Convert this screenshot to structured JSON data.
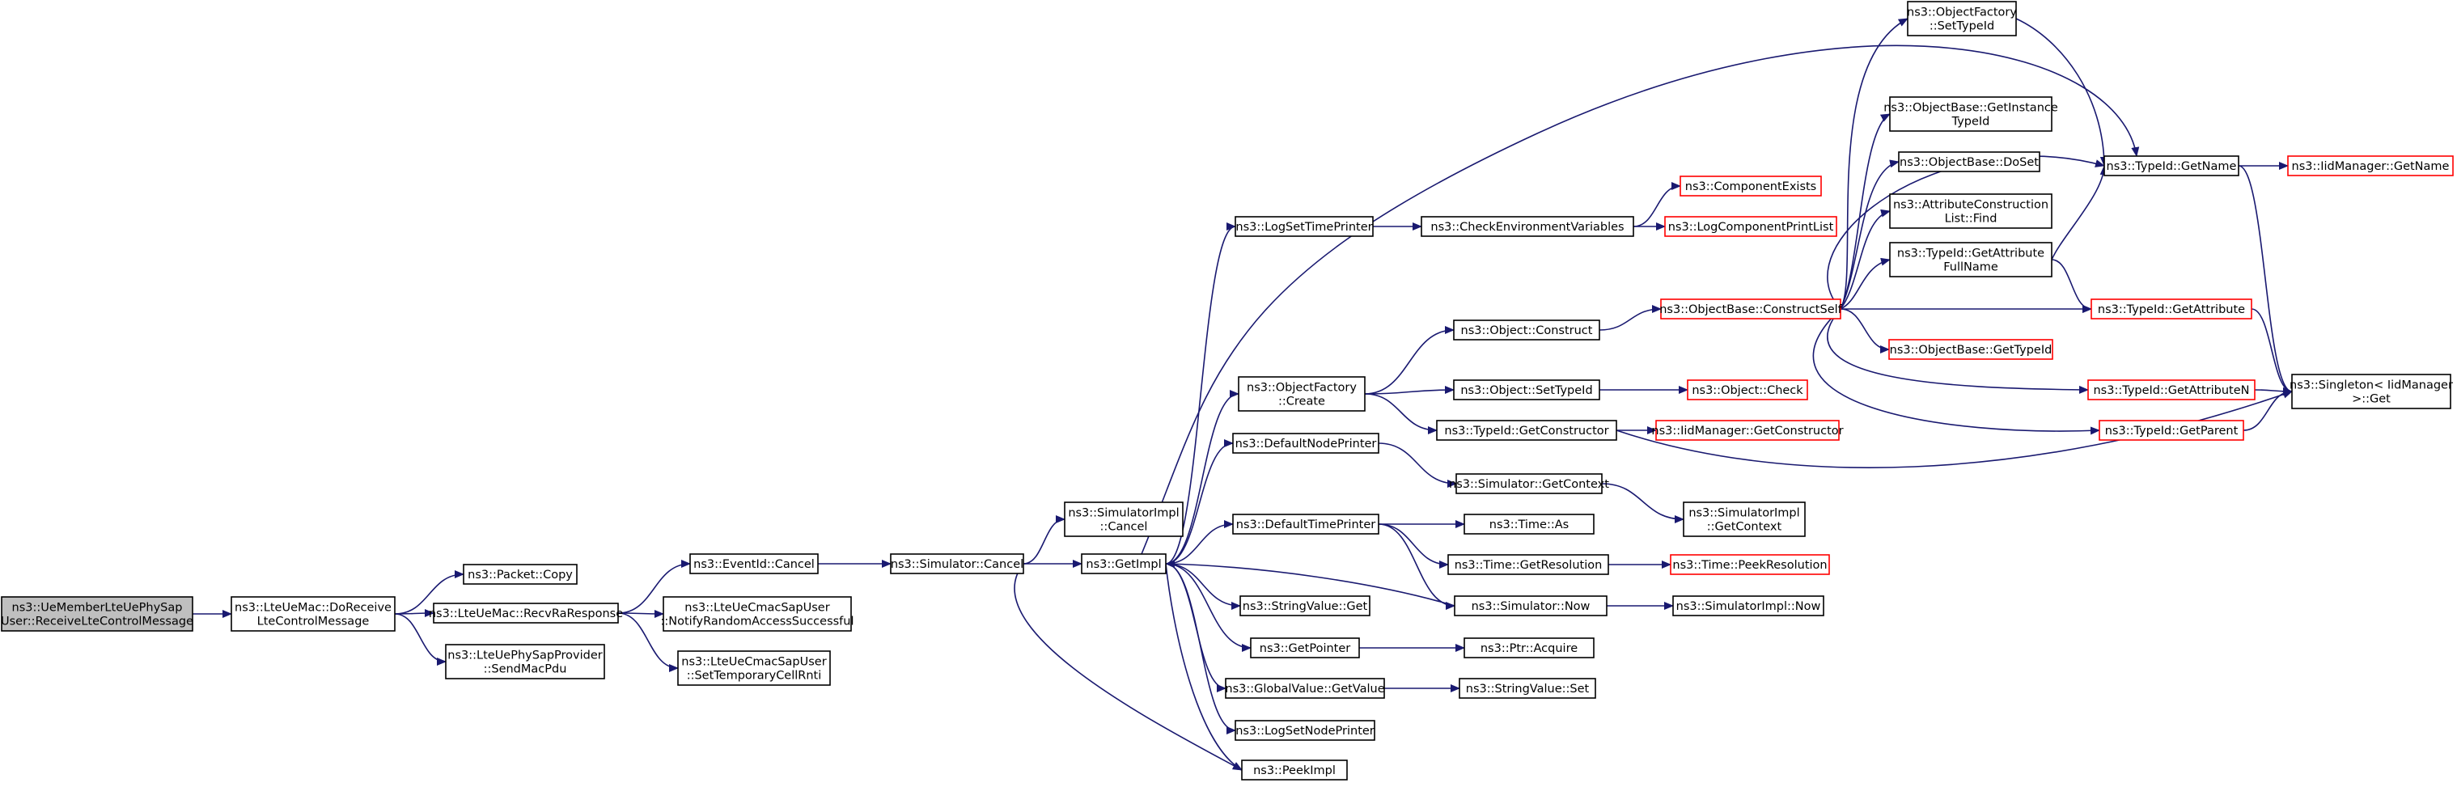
{
  "diagram": {
    "type": "call-graph",
    "edge_color": "#191970",
    "missing_node_border": "#ff0000",
    "root_fill": "#bfbfbf",
    "nodes": [
      {
        "id": "n0",
        "lines": [
          "ns3::UeMemberLteUePhySap",
          "User::ReceiveLteControlMessage"
        ],
        "style": "root"
      },
      {
        "id": "n1",
        "lines": [
          "ns3::LteUeMac::DoReceive",
          "LteControlMessage"
        ],
        "style": "normal"
      },
      {
        "id": "n2",
        "lines": [
          "ns3::Packet::Copy"
        ],
        "style": "normal"
      },
      {
        "id": "n3",
        "lines": [
          "ns3::LteUeMac::RecvRaResponse"
        ],
        "style": "normal"
      },
      {
        "id": "n4",
        "lines": [
          "ns3::LteUePhySapProvider",
          "::SendMacPdu"
        ],
        "style": "normal"
      },
      {
        "id": "n5",
        "lines": [
          "ns3::EventId::Cancel"
        ],
        "style": "normal"
      },
      {
        "id": "n6",
        "lines": [
          "ns3::LteUeCmacSapUser",
          "::NotifyRandomAccessSuccessful"
        ],
        "style": "normal"
      },
      {
        "id": "n7",
        "lines": [
          "ns3::LteUeCmacSapUser",
          "::SetTemporaryCellRnti"
        ],
        "style": "normal"
      },
      {
        "id": "n8",
        "lines": [
          "ns3::Simulator::Cancel"
        ],
        "style": "normal"
      },
      {
        "id": "n9",
        "lines": [
          "ns3::SimulatorImpl",
          "::Cancel"
        ],
        "style": "normal"
      },
      {
        "id": "n10",
        "lines": [
          "ns3::GetImpl"
        ],
        "style": "normal"
      },
      {
        "id": "n11",
        "lines": [
          "ns3::PeekImpl"
        ],
        "style": "normal"
      },
      {
        "id": "n12",
        "lines": [
          "ns3::LogSetTimePrinter"
        ],
        "style": "normal"
      },
      {
        "id": "n13",
        "lines": [
          "ns3::ObjectFactory",
          "::Create"
        ],
        "style": "normal"
      },
      {
        "id": "n14",
        "lines": [
          "ns3::DefaultNodePrinter"
        ],
        "style": "normal"
      },
      {
        "id": "n15",
        "lines": [
          "ns3::DefaultTimePrinter"
        ],
        "style": "normal"
      },
      {
        "id": "n16",
        "lines": [
          "ns3::StringValue::Get"
        ],
        "style": "normal"
      },
      {
        "id": "n17",
        "lines": [
          "ns3::GetPointer"
        ],
        "style": "normal"
      },
      {
        "id": "n18",
        "lines": [
          "ns3::GlobalValue::GetValue"
        ],
        "style": "normal"
      },
      {
        "id": "n19",
        "lines": [
          "ns3::LogSetNodePrinter"
        ],
        "style": "normal"
      },
      {
        "id": "n20",
        "lines": [
          "ns3::CheckEnvironmentVariables"
        ],
        "style": "normal"
      },
      {
        "id": "n21",
        "lines": [
          "ns3::Object::Construct"
        ],
        "style": "normal"
      },
      {
        "id": "n22",
        "lines": [
          "ns3::Object::SetTypeId"
        ],
        "style": "normal"
      },
      {
        "id": "n23",
        "lines": [
          "ns3::TypeId::GetConstructor"
        ],
        "style": "normal"
      },
      {
        "id": "n24",
        "lines": [
          "ns3::Simulator::GetContext"
        ],
        "style": "normal"
      },
      {
        "id": "n25",
        "lines": [
          "ns3::Time::As"
        ],
        "style": "normal"
      },
      {
        "id": "n26",
        "lines": [
          "ns3::Time::GetResolution"
        ],
        "style": "normal"
      },
      {
        "id": "n27",
        "lines": [
          "ns3::Simulator::Now"
        ],
        "style": "normal"
      },
      {
        "id": "n28",
        "lines": [
          "ns3::Ptr::Acquire"
        ],
        "style": "normal"
      },
      {
        "id": "n29",
        "lines": [
          "ns3::StringValue::Set"
        ],
        "style": "normal"
      },
      {
        "id": "n30",
        "lines": [
          "ns3::ComponentExists"
        ],
        "style": "red"
      },
      {
        "id": "n31",
        "lines": [
          "ns3::LogComponentPrintList"
        ],
        "style": "red"
      },
      {
        "id": "n32",
        "lines": [
          "ns3::ObjectBase::ConstructSelf"
        ],
        "style": "red"
      },
      {
        "id": "n33",
        "lines": [
          "ns3::Object::Check"
        ],
        "style": "red"
      },
      {
        "id": "n34",
        "lines": [
          "ns3::IidManager::GetConstructor"
        ],
        "style": "red"
      },
      {
        "id": "n35",
        "lines": [
          "ns3::SimulatorImpl",
          "::GetContext"
        ],
        "style": "normal"
      },
      {
        "id": "n36",
        "lines": [
          "ns3::Time::PeekResolution"
        ],
        "style": "red"
      },
      {
        "id": "n37",
        "lines": [
          "ns3::SimulatorImpl::Now"
        ],
        "style": "normal"
      },
      {
        "id": "n38",
        "lines": [
          "ns3::ObjectFactory",
          "::SetTypeId"
        ],
        "style": "normal"
      },
      {
        "id": "n39",
        "lines": [
          "ns3::ObjectBase::GetInstance",
          "TypeId"
        ],
        "style": "normal"
      },
      {
        "id": "n40",
        "lines": [
          "ns3::ObjectBase::DoSet"
        ],
        "style": "normal"
      },
      {
        "id": "n41",
        "lines": [
          "ns3::AttributeConstruction",
          "List::Find"
        ],
        "style": "normal"
      },
      {
        "id": "n42",
        "lines": [
          "ns3::TypeId::GetAttribute",
          "FullName"
        ],
        "style": "normal"
      },
      {
        "id": "n43",
        "lines": [
          "ns3::ObjectBase::GetTypeId"
        ],
        "style": "red"
      },
      {
        "id": "n44",
        "lines": [
          "ns3::TypeId::GetName"
        ],
        "style": "normal"
      },
      {
        "id": "n45",
        "lines": [
          "ns3::TypeId::GetAttribute"
        ],
        "style": "red"
      },
      {
        "id": "n46",
        "lines": [
          "ns3::TypeId::GetAttributeN"
        ],
        "style": "red"
      },
      {
        "id": "n47",
        "lines": [
          "ns3::TypeId::GetParent"
        ],
        "style": "red"
      },
      {
        "id": "n48",
        "lines": [
          "ns3::IidManager::GetName"
        ],
        "style": "red"
      },
      {
        "id": "n49",
        "lines": [
          "ns3::Singleton< IidManager",
          " >::Get"
        ],
        "style": "normal"
      }
    ],
    "edges": [
      [
        "n0",
        "n1"
      ],
      [
        "n1",
        "n2"
      ],
      [
        "n1",
        "n3"
      ],
      [
        "n1",
        "n4"
      ],
      [
        "n3",
        "n5"
      ],
      [
        "n3",
        "n6"
      ],
      [
        "n3",
        "n7"
      ],
      [
        "n5",
        "n8"
      ],
      [
        "n8",
        "n9"
      ],
      [
        "n8",
        "n10"
      ],
      [
        "n8",
        "n11"
      ],
      [
        "n10",
        "n12"
      ],
      [
        "n10",
        "n13"
      ],
      [
        "n10",
        "n14"
      ],
      [
        "n10",
        "n15"
      ],
      [
        "n10",
        "n16"
      ],
      [
        "n10",
        "n17"
      ],
      [
        "n10",
        "n18"
      ],
      [
        "n10",
        "n19"
      ],
      [
        "n10",
        "n11"
      ],
      [
        "n10",
        "n44"
      ],
      [
        "n12",
        "n20"
      ],
      [
        "n20",
        "n30"
      ],
      [
        "n20",
        "n31"
      ],
      [
        "n13",
        "n21"
      ],
      [
        "n13",
        "n22"
      ],
      [
        "n13",
        "n23"
      ],
      [
        "n14",
        "n24"
      ],
      [
        "n24",
        "n35"
      ],
      [
        "n15",
        "n25"
      ],
      [
        "n15",
        "n26"
      ],
      [
        "n15",
        "n27"
      ],
      [
        "n26",
        "n36"
      ],
      [
        "n27",
        "n37"
      ],
      [
        "n27",
        "n10"
      ],
      [
        "n17",
        "n28"
      ],
      [
        "n18",
        "n29"
      ],
      [
        "n21",
        "n32"
      ],
      [
        "n22",
        "n33"
      ],
      [
        "n23",
        "n34"
      ],
      [
        "n23",
        "n49"
      ],
      [
        "n32",
        "n38"
      ],
      [
        "n32",
        "n39"
      ],
      [
        "n32",
        "n40"
      ],
      [
        "n32",
        "n41"
      ],
      [
        "n32",
        "n42"
      ],
      [
        "n32",
        "n43"
      ],
      [
        "n32",
        "n44"
      ],
      [
        "n32",
        "n45"
      ],
      [
        "n32",
        "n46"
      ],
      [
        "n32",
        "n47"
      ],
      [
        "n38",
        "n44"
      ],
      [
        "n42",
        "n44"
      ],
      [
        "n42",
        "n45"
      ],
      [
        "n44",
        "n48"
      ],
      [
        "n44",
        "n49"
      ],
      [
        "n45",
        "n49"
      ],
      [
        "n46",
        "n49"
      ],
      [
        "n47",
        "n49"
      ]
    ]
  }
}
